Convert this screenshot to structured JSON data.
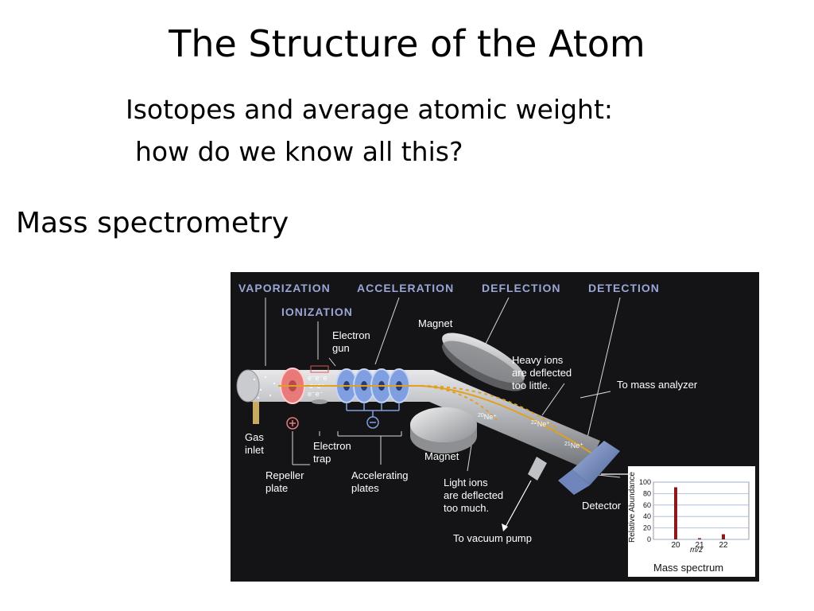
{
  "slide": {
    "title": "The Structure of the Atom",
    "subtitle_line1": "Isotopes and average atomic weight:",
    "subtitle_line2": "how do we know all this?",
    "section_heading": "Mass spectrometry"
  },
  "diagram": {
    "stages": [
      "VAPORIZATION",
      "ACCELERATION",
      "DEFLECTION",
      "DETECTION"
    ],
    "ionization": "IONIZATION",
    "labels": {
      "electron_gun_1": "Electron",
      "electron_gun_2": "gun",
      "magnet_top": "Magnet",
      "magnet_bottom": "Magnet",
      "heavy_1": "Heavy ions",
      "heavy_2": "are deflected",
      "heavy_3": "too little.",
      "to_mass_analyzer": "To mass analyzer",
      "gas_inlet_1": "Gas",
      "gas_inlet_2": "inlet",
      "electron_trap_1": "Electron",
      "electron_trap_2": "trap",
      "repeller_1": "Repeller",
      "repeller_2": "plate",
      "accel_1": "Accelerating",
      "accel_2": "plates",
      "light_1": "Light ions",
      "light_2": "are deflected",
      "light_3": "too much.",
      "detector": "Detector",
      "vacuum_pump": "To vacuum pump",
      "ion_20": "Ne⁺",
      "ion_21": "Ne⁺",
      "ion_22": "Ne⁺",
      "mass_20": "20",
      "mass_21": "21",
      "mass_22": "22"
    },
    "colors": {
      "background": "#141416",
      "stage_text": "#9aa6d6",
      "beam": "#e0a020",
      "plates": "#7f9fe0",
      "repeller": "#e87a7a"
    }
  },
  "chart_data": {
    "type": "bar",
    "title": "Mass spectrum",
    "xlabel": "m/z",
    "ylabel": "Relative Abundance",
    "categories": [
      "20",
      "21",
      "22"
    ],
    "values": [
      91,
      0.3,
      9
    ],
    "ylim": [
      0,
      100
    ],
    "yticks": [
      0,
      20,
      40,
      60,
      80,
      100
    ],
    "grid": true,
    "bar_color": "#8b1a1a"
  }
}
